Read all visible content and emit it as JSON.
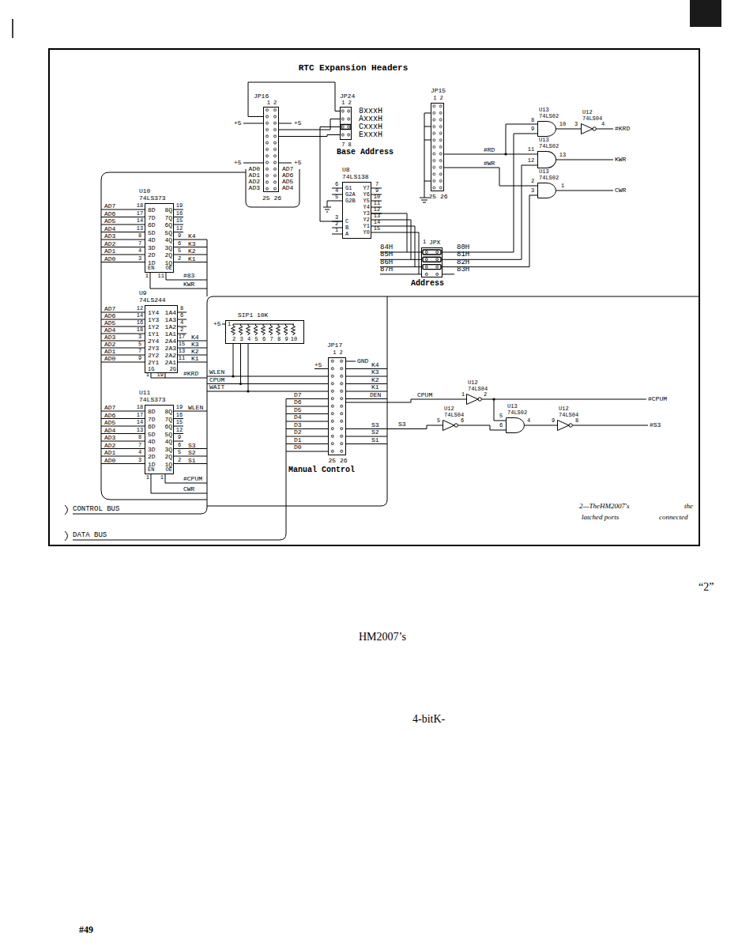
{
  "diagram": {
    "title": "RTC Expansion Headers",
    "nodes": [
      {
        "text": [
          "JP16",
          "1 2",
          "25 26"
        ]
      },
      {
        "text": [
          "JP24",
          "1 2",
          "7 8"
        ]
      },
      {
        "text": [
          "JP15",
          "1 2",
          "25 26"
        ]
      },
      {
        "text": [
          "U13",
          "74LS02"
        ]
      },
      {
        "text": [
          "U12",
          "74LS04"
        ]
      },
      {
        "text": [
          "U13",
          "74LS02"
        ]
      },
      {
        "text": [
          "U13",
          "74LS02"
        ]
      },
      {
        "text": [
          "U10",
          "74LS373",
          "8D",
          "7D",
          "6D",
          "5D",
          "4D",
          "3D",
          "2D",
          "1D",
          "8Q",
          "7Q",
          "6Q",
          "5Q",
          "4Q",
          "3Q",
          "2Q",
          "1Q",
          "EN",
          "OE"
        ]
      },
      {
        "text": [
          "U8",
          "74LS138",
          "G1",
          "G2A",
          "G2B",
          "C",
          "B",
          "A",
          "Y7",
          "Y6",
          "Y5",
          "Y4",
          "Y3",
          "Y2",
          "Y1",
          "Y0"
        ]
      },
      {
        "text": [
          "JPX",
          "1"
        ]
      },
      {
        "text": [
          "U9",
          "74LS244",
          "1Y4",
          "1Y3",
          "1Y2",
          "1Y1",
          "2Y4",
          "2Y3",
          "2Y2",
          "2Y1",
          "1A4",
          "1A3",
          "1A2",
          "1A1",
          "2A4",
          "2A3",
          "2A2",
          "2A1",
          "1G",
          "2G"
        ]
      },
      {
        "text": [
          "SIP1 10K",
          "1",
          "2",
          "3",
          "4",
          "5",
          "6",
          "7",
          "8",
          "9",
          "10"
        ]
      },
      {
        "text": [
          "JP17",
          "1 2",
          "25 26"
        ]
      },
      {
        "text": [
          "U12",
          "74LS04"
        ]
      },
      {
        "text": [
          "U12",
          "74LS04"
        ]
      },
      {
        "text": [
          "U13",
          "74LS02"
        ]
      },
      {
        "text": [
          "U12",
          "74LS04"
        ]
      },
      {
        "text": [
          "U11",
          "74LS373",
          "8D",
          "7D",
          "6D",
          "5D",
          "4D",
          "3D",
          "2D",
          "1D",
          "8Q",
          "7Q",
          "6Q",
          "5Q",
          "4Q",
          "3Q",
          "2Q",
          "1Q",
          "EN",
          "OE"
        ]
      }
    ],
    "edges": [
      {
        "from": 1,
        "to": 8,
        "arrow": "none"
      },
      {
        "from": 8,
        "to": 9,
        "arrow": "none"
      },
      {
        "from": 9,
        "to": 3,
        "arrow": "none"
      },
      {
        "from": 9,
        "to": 5,
        "arrow": "none"
      },
      {
        "from": 9,
        "to": 6,
        "arrow": "none"
      },
      {
        "from": 3,
        "to": 4,
        "arrow": "none"
      },
      {
        "from": 12,
        "to": 13,
        "label": "CPUM",
        "arrow": "none"
      },
      {
        "from": 12,
        "to": 14,
        "label": "S3",
        "arrow": "none"
      },
      {
        "from": 14,
        "to": 15,
        "arrow": "none"
      },
      {
        "from": 15,
        "to": 16,
        "arrow": "none"
      }
    ],
    "labels": [
      "+5",
      "+5",
      "+5",
      "+5",
      "AD0",
      "AD1",
      "AD2",
      "AD3",
      "AD7",
      "AD6",
      "AD5",
      "AD4",
      "8xxxH",
      "AxxxH",
      "CxxxH",
      "ExxxH",
      "Base Address",
      "#RD",
      "#WR",
      "8",
      "9",
      "10",
      "3",
      "4",
      "#KRD",
      "11",
      "12",
      "13",
      "KWR",
      "2",
      "3",
      "1",
      "CWR",
      "AD7",
      "AD6",
      "AD5",
      "AD4",
      "AD3",
      "AD2",
      "AD1",
      "AD0",
      "18",
      "17",
      "14",
      "13",
      "8",
      "7",
      "4",
      "3",
      "19",
      "16",
      "15",
      "12",
      "9",
      "6",
      "5",
      "2",
      "K4",
      "K3",
      "K2",
      "K1",
      "1",
      "11",
      "#83",
      "KWR",
      "6",
      "4",
      "5",
      "3",
      "2",
      "1",
      "7",
      "9",
      "10",
      "11",
      "12",
      "13",
      "14",
      "15",
      "84H",
      "85H",
      "86H",
      "87H",
      "80H",
      "81H",
      "82H",
      "83H",
      "Address",
      "AD7",
      "AD6",
      "AD5",
      "AD4",
      "AD3",
      "AD2",
      "AD1",
      "AD0",
      "12",
      "14",
      "16",
      "18",
      "3",
      "5",
      "7",
      "9",
      "8",
      "6",
      "4",
      "2",
      "17",
      "15",
      "13",
      "11",
      "K4",
      "K3",
      "K2",
      "K1",
      "1",
      "19",
      "#KRD",
      "+5",
      "WLEN",
      "CPUM",
      "WAIT",
      "+5",
      "GND",
      "K4",
      "K3",
      "K2",
      "K1",
      "DEN",
      "D7",
      "D6",
      "D5",
      "D4",
      "D3",
      "D2",
      "D1",
      "D0",
      "S3",
      "S2",
      "S1",
      "Manual Control",
      "1",
      "2",
      "#CPUM",
      "5",
      "6",
      "5",
      "6",
      "4",
      "9",
      "8",
      "#S3",
      "AD7",
      "AD6",
      "AD5",
      "AD4",
      "AD3",
      "AD2",
      "AD1",
      "AD0",
      "18",
      "17",
      "14",
      "13",
      "8",
      "7",
      "4",
      "3",
      "19",
      "16",
      "15",
      "12",
      "9",
      "6",
      "5",
      "2",
      "WLEN",
      "S3",
      "S2",
      "S1",
      "1",
      "1",
      "#CPUM",
      "CWR",
      "CONTROL BUS",
      "DATA BUS",
      "2—TheHM2007's",
      "the",
      "latched ports",
      "connected",
      "“2”",
      "HM2007’s",
      "4-bitK-",
      "#49"
    ]
  }
}
